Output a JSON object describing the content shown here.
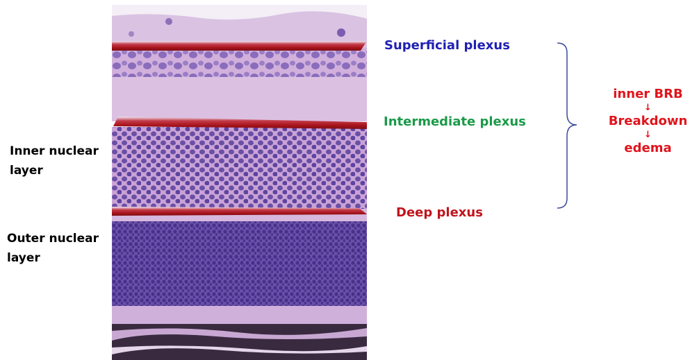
{
  "figure": {
    "plexus_labels": {
      "superficial": "Superficial plexus",
      "intermediate": "Intermediate plexus",
      "deep": "Deep plexus"
    },
    "layer_labels": {
      "inner_nuclear": [
        "Inner nuclear",
        "layer"
      ],
      "outer_nuclear": [
        "Outer nuclear",
        "layer"
      ]
    },
    "cascade": {
      "steps": [
        "inner BRB",
        "Breakdown",
        "edema"
      ],
      "arrow": "↓"
    }
  },
  "colors": {
    "superficial": "#1f1fb4",
    "intermediate": "#1a9a48",
    "deep": "#c0141c",
    "cascade": "#e0141c",
    "vessel": "#a8141c",
    "vessel_highlight": "#ece4f4",
    "brace": "#3a4a9a",
    "tissue_light": "#dcbfe0",
    "tissue_mid": "#cfa8d8",
    "nuclei": "#5a3f9a",
    "nuclei_dark": "#483088"
  }
}
